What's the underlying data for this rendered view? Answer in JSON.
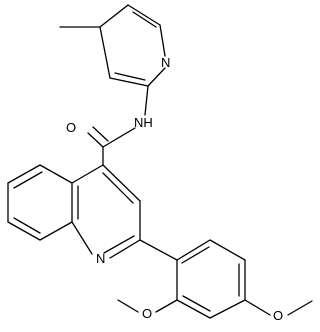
{
  "atom_labels": {
    "pyridine_n": "N",
    "amide_nh": "NH",
    "amide_o": "O",
    "quinoline_n": "N",
    "methoxy_o_1": "O",
    "methoxy_o_2": "O"
  }
}
